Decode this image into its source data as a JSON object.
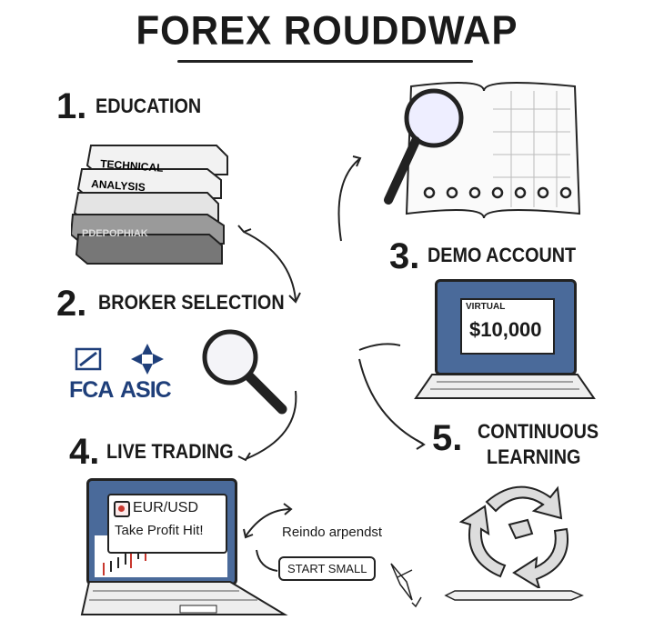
{
  "title": "FOREX ROUDDWAP",
  "steps": [
    {
      "number": "1.",
      "label": "EDUCATION",
      "books": [
        "TECHNICAL",
        "ANALYSIS",
        "PDEPOPHIAK"
      ]
    },
    {
      "number": "2.",
      "label": "BROKER SELECTION",
      "logos": [
        "FCA",
        "ASIC"
      ]
    },
    {
      "number": "3.",
      "label": "DEMO ACCOUNT",
      "screen_label": "VIRTUAL",
      "balance": "$10,000"
    },
    {
      "number": "4.",
      "label": "LIVE TRADING",
      "alert_pair": "EUR/USD",
      "alert_text": "Take Profit Hit!",
      "note": "Reindo arpendst",
      "tip": "START SMALL"
    },
    {
      "number": "5.",
      "label_line1": "CONTINUOUS",
      "label_line2": "LEARNING"
    }
  ],
  "colors": {
    "ink": "#1a1a1a",
    "screen_blue": "#4a6a9a",
    "logo_blue": "#1f3f7a",
    "alert_red": "#c8372d"
  }
}
